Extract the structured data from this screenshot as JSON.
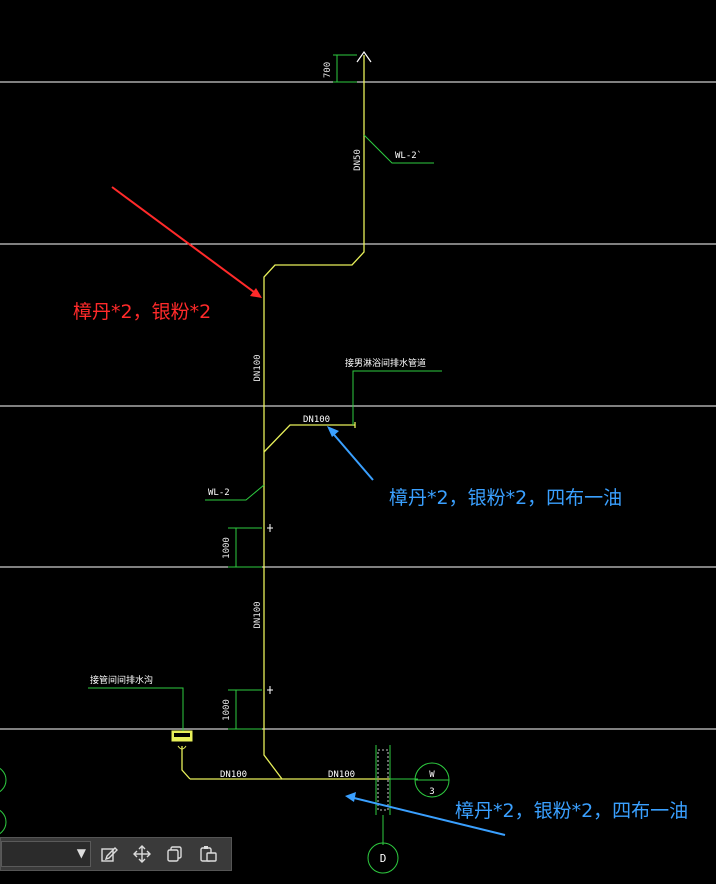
{
  "labels": {
    "dim_top": "700",
    "pipe_dn50": "DN50",
    "pipe_tag_wl2p": "WL-2`",
    "pipe_dn100_vertical_upper": "DN100",
    "connect_note": "接男淋浴间排水管道",
    "pipe_dn100_branch": "DN100",
    "pipe_tag_wl2": "WL-2",
    "dim_middle": "1000",
    "pipe_dn100_vertical_lower": "DN100",
    "floor_drain_note": "接管间间排水沟",
    "dim_lower": "1000",
    "pipe_dn100_bottom_left": "DN100",
    "pipe_dn100_bottom_right": "DN100",
    "axis_w": "W",
    "axis_w_num": "3",
    "axis_d": "D"
  },
  "annotations": {
    "red": "樟丹*2，银粉*2",
    "blue_1": "樟丹*2，银粉*2，四布一油",
    "blue_2": "樟丹*2，银粉*2，四布一油"
  },
  "colors": {
    "background": "#000000",
    "pipe": "#e8f05a",
    "leader": "#2ecc40",
    "floor_line": "#ffffff",
    "red_annotation": "#ff2a2a",
    "blue_annotation": "#3aa0ff"
  },
  "toolbar": {
    "icons": [
      "edit-icon",
      "move-icon",
      "copy-icon",
      "paste-icon"
    ]
  }
}
